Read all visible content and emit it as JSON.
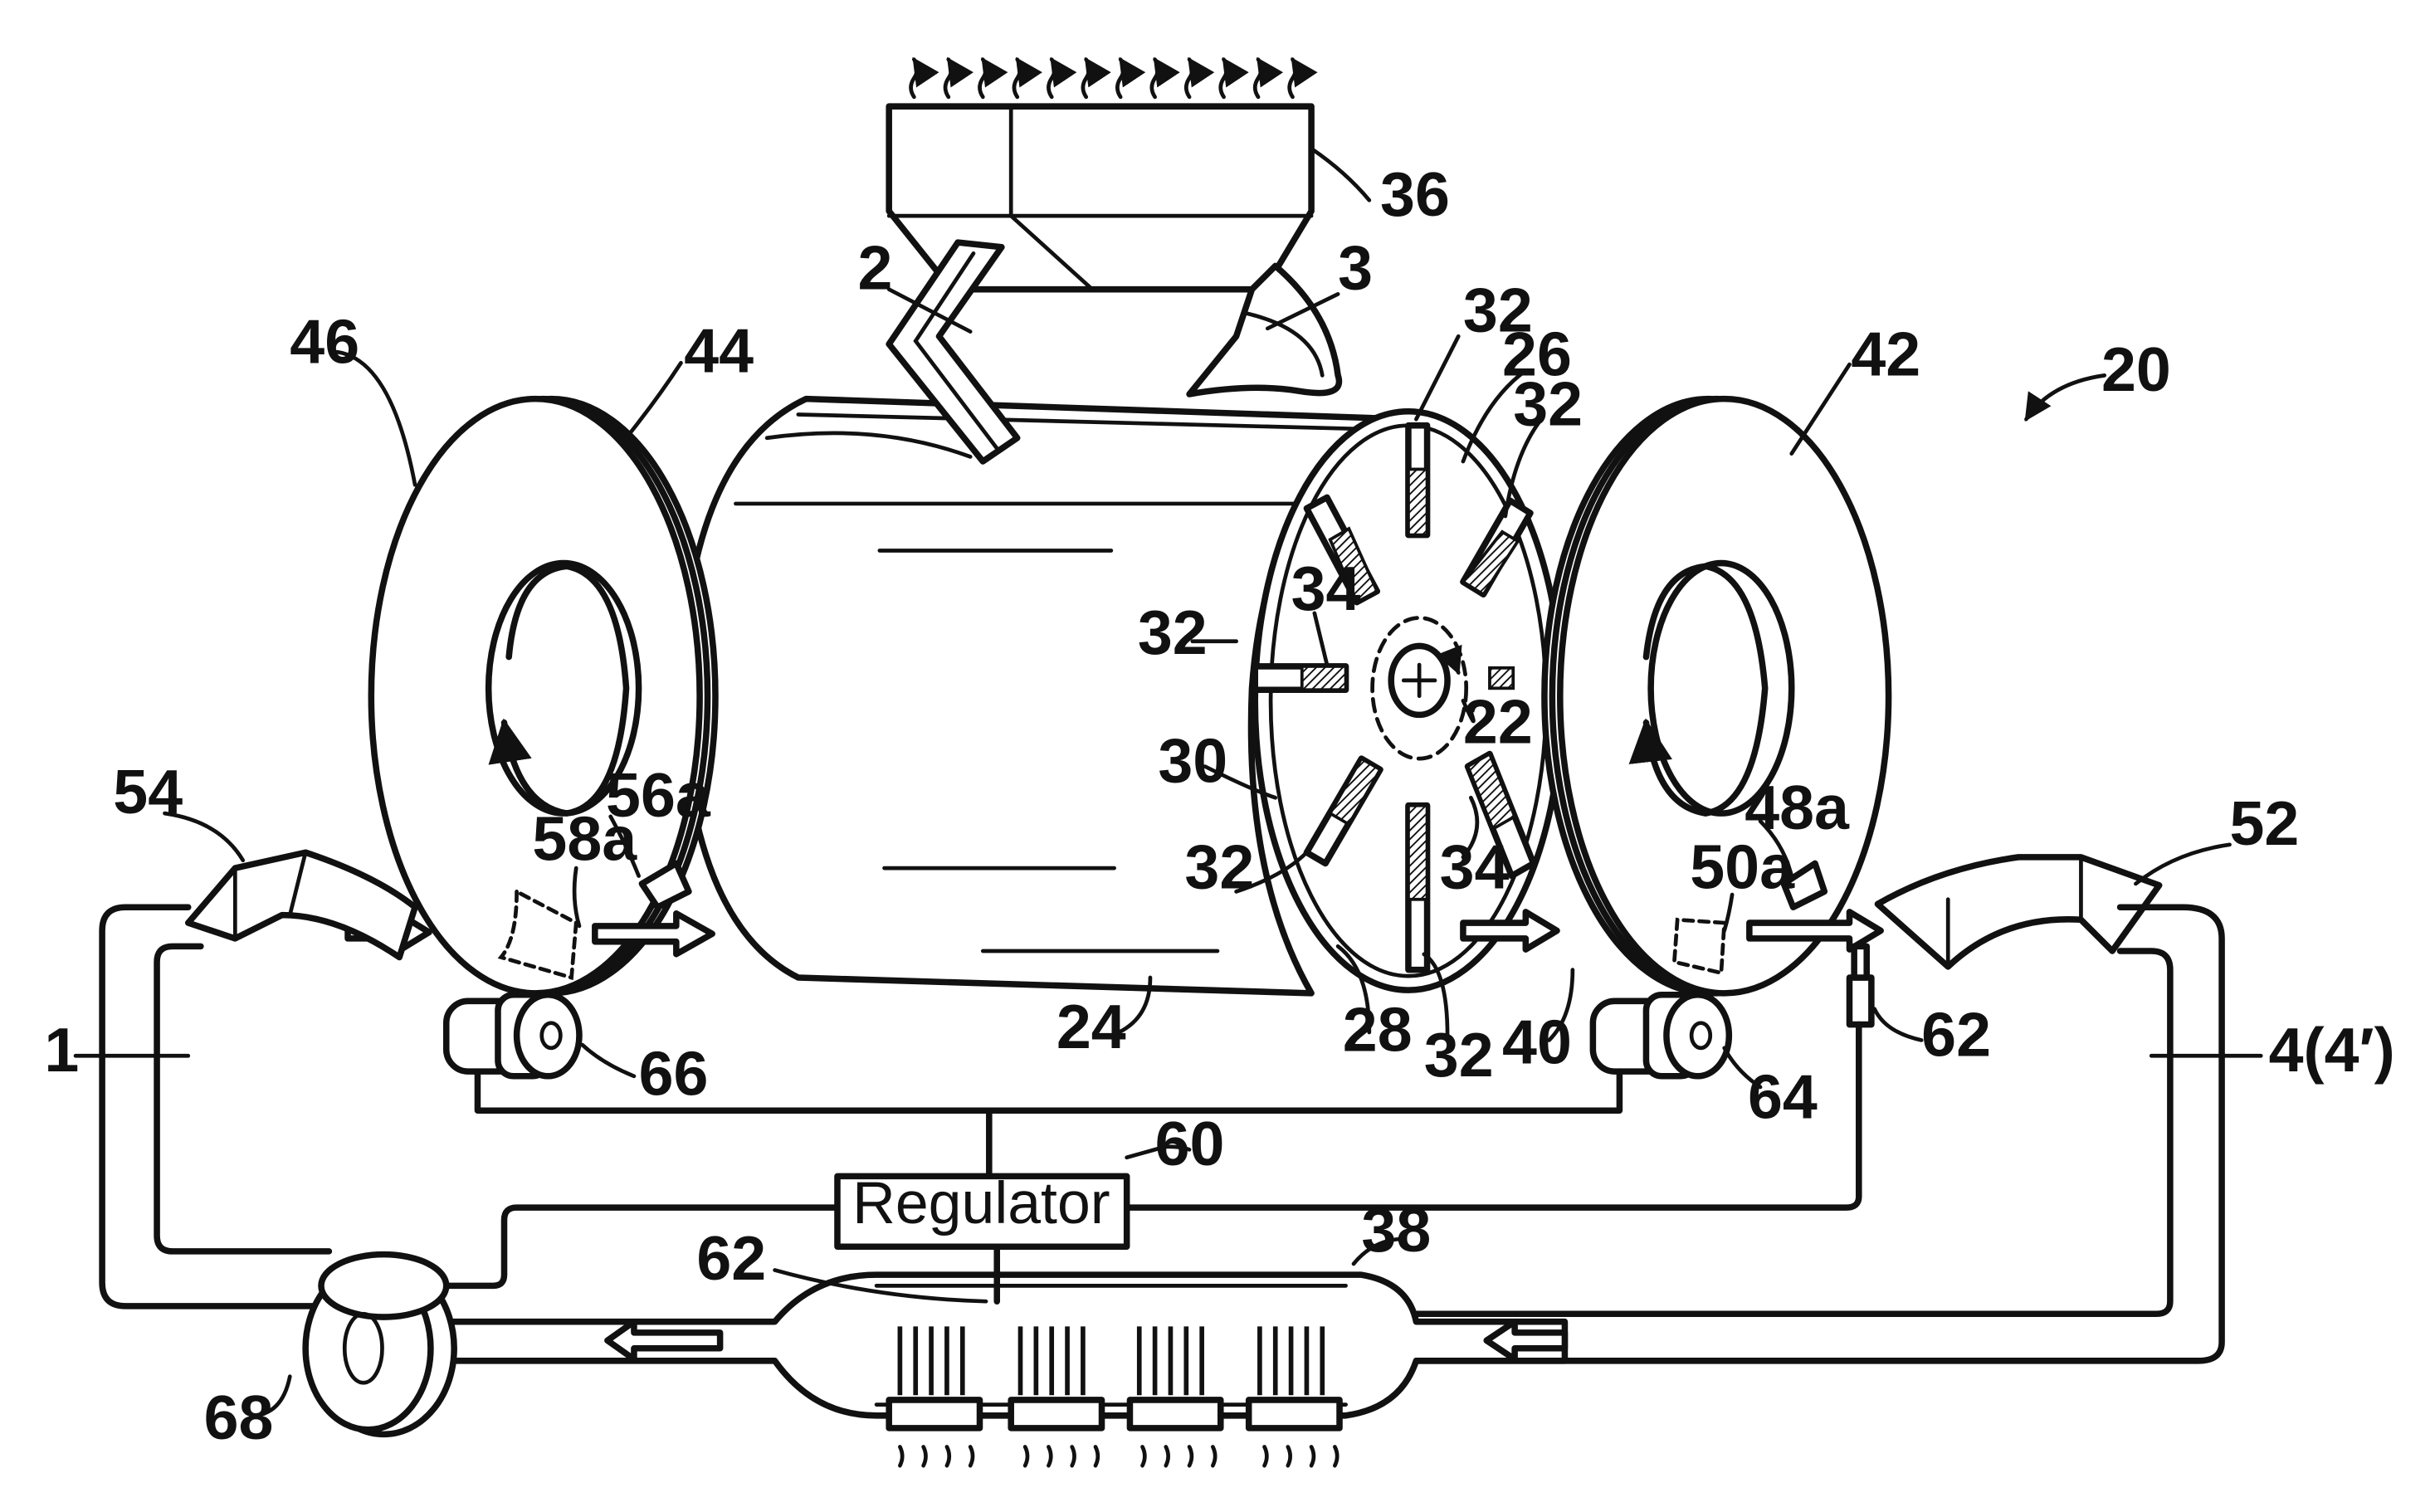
{
  "figure": {
    "reference_numeral": "20",
    "regulator_text": "Regulator",
    "labels": {
      "l1": "1",
      "l2": "2",
      "l3": "3",
      "l4": "4(4′)",
      "l20": "20",
      "l22": "22",
      "l24": "24",
      "l26": "26",
      "l28": "28",
      "l30": "30",
      "l32a": "32",
      "l32b": "32",
      "l32c": "32",
      "l32d": "32",
      "l32e": "32",
      "l34a": "34",
      "l34b": "34",
      "l36": "36",
      "l38": "38",
      "l40": "40",
      "l42": "42",
      "l44": "44",
      "l46": "46",
      "l48a": "48a",
      "l50a": "50a",
      "l52": "52",
      "l54": "54",
      "l56a": "56a",
      "l58a": "58a",
      "l60": "60",
      "l62a": "62",
      "l62b": "62",
      "l64": "64",
      "l66": "66",
      "l68": "68"
    }
  }
}
